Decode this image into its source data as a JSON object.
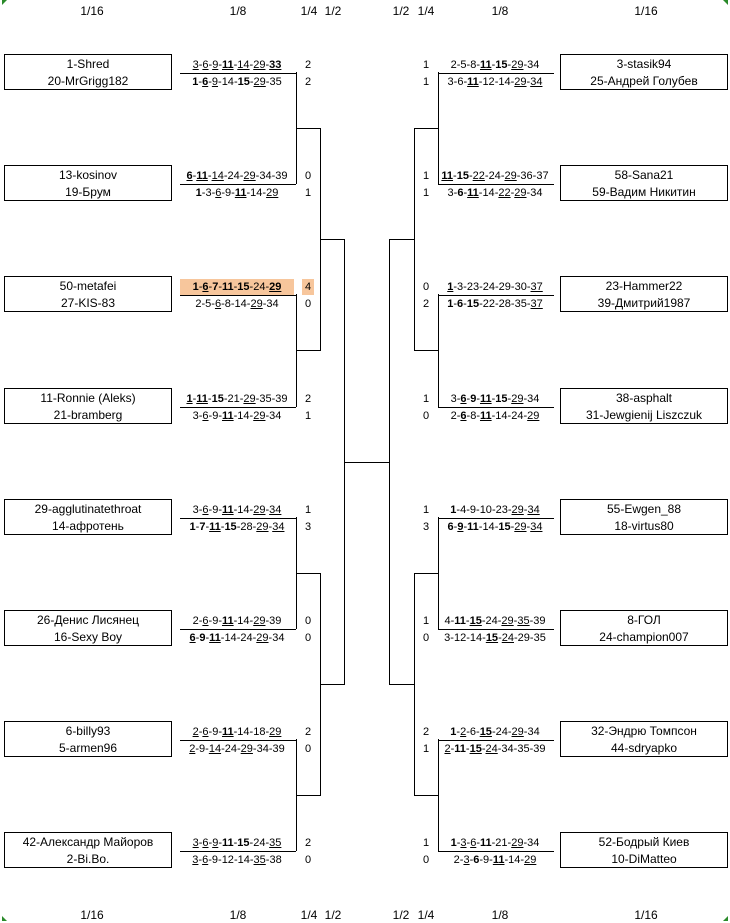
{
  "headers": {
    "left": [
      "1/16",
      "1/8",
      "1/4",
      "1/2"
    ],
    "right": [
      "1/2",
      "1/4",
      "1/8",
      "1/16"
    ]
  },
  "left_matches": [
    {
      "p1": "1-Shred",
      "p2": "20-MrGrigg182",
      "s1": [
        [
          "3",
          "u"
        ],
        [
          "6",
          "u"
        ],
        [
          "9",
          "u"
        ],
        [
          "11",
          "bu"
        ],
        [
          "14",
          "u"
        ],
        [
          "29",
          "u"
        ],
        [
          "33",
          "bu"
        ]
      ],
      "s2": [
        [
          "1",
          "b"
        ],
        [
          "6",
          "bu"
        ],
        [
          "9",
          "u"
        ],
        [
          "14",
          ""
        ],
        [
          "15",
          "b"
        ],
        [
          "29",
          "u"
        ],
        [
          "35",
          ""
        ]
      ],
      "score1": "2",
      "score2": "2"
    },
    {
      "p1": "13-kosinov",
      "p2": "19-Брум",
      "s1": [
        [
          "6",
          "bu"
        ],
        [
          "11",
          "bu"
        ],
        [
          "14",
          "u"
        ],
        [
          "24",
          ""
        ],
        [
          "29",
          "u"
        ],
        [
          "34",
          ""
        ],
        [
          "39",
          ""
        ]
      ],
      "s2": [
        [
          "1",
          "b"
        ],
        [
          "3",
          ""
        ],
        [
          "6",
          "u"
        ],
        [
          "9",
          ""
        ],
        [
          "11",
          "bu"
        ],
        [
          "14",
          ""
        ],
        [
          "29",
          "u"
        ]
      ],
      "score1": "0",
      "score2": "1"
    },
    {
      "p1": "50-metafei",
      "p2": "27-KIS-83",
      "s1": [
        [
          "1",
          "b"
        ],
        [
          "6",
          "bu"
        ],
        [
          "7",
          "b"
        ],
        [
          "11",
          "b"
        ],
        [
          "15",
          "b"
        ],
        [
          "24",
          ""
        ],
        [
          "29",
          "bu"
        ]
      ],
      "s2": [
        [
          "2",
          ""
        ],
        [
          "5",
          ""
        ],
        [
          "6",
          "u"
        ],
        [
          "8",
          ""
        ],
        [
          "14",
          ""
        ],
        [
          "29",
          "u"
        ],
        [
          "34",
          ""
        ]
      ],
      "score1": "4",
      "score2": "0",
      "highlight": true
    },
    {
      "p1": "11-Ronnie (Aleks)",
      "p2": "21-bramberg",
      "s1": [
        [
          "1",
          "bu"
        ],
        [
          "11",
          "bu"
        ],
        [
          "15",
          "b"
        ],
        [
          "21",
          ""
        ],
        [
          "29",
          "u"
        ],
        [
          "35",
          ""
        ],
        [
          "39",
          ""
        ]
      ],
      "s2": [
        [
          "3",
          ""
        ],
        [
          "6",
          "u"
        ],
        [
          "9",
          ""
        ],
        [
          "11",
          "bu"
        ],
        [
          "14",
          ""
        ],
        [
          "29",
          "u"
        ],
        [
          "34",
          ""
        ]
      ],
      "score1": "2",
      "score2": "1"
    },
    {
      "p1": "29-agglutinatethroat",
      "p2": "14-афротень",
      "s1": [
        [
          "3",
          ""
        ],
        [
          "6",
          "u"
        ],
        [
          "9",
          ""
        ],
        [
          "11",
          "bu"
        ],
        [
          "14",
          ""
        ],
        [
          "29",
          "u"
        ],
        [
          "34",
          "u"
        ]
      ],
      "s2": [
        [
          "1",
          "b"
        ],
        [
          "7",
          "b"
        ],
        [
          "11",
          "bu"
        ],
        [
          "15",
          "b"
        ],
        [
          "28",
          ""
        ],
        [
          "29",
          "u"
        ],
        [
          "34",
          "u"
        ]
      ],
      "score1": "1",
      "score2": "3"
    },
    {
      "p1": "26-Денис Лисянец",
      "p2": "16-Sexy Boy",
      "s1": [
        [
          "2",
          ""
        ],
        [
          "6",
          "u"
        ],
        [
          "9",
          ""
        ],
        [
          "11",
          "bu"
        ],
        [
          "14",
          ""
        ],
        [
          "29",
          "u"
        ],
        [
          "39",
          ""
        ]
      ],
      "s2": [
        [
          "6",
          "bu"
        ],
        [
          "9",
          "b"
        ],
        [
          "11",
          "bu"
        ],
        [
          "14",
          ""
        ],
        [
          "24",
          ""
        ],
        [
          "29",
          "u"
        ],
        [
          "34",
          ""
        ]
      ],
      "score1": "0",
      "score2": "0"
    },
    {
      "p1": "6-billy93",
      "p2": "5-armen96",
      "s1": [
        [
          "2",
          "u"
        ],
        [
          "6",
          "u"
        ],
        [
          "9",
          ""
        ],
        [
          "11",
          "bu"
        ],
        [
          "14",
          ""
        ],
        [
          "18",
          ""
        ],
        [
          "29",
          "u"
        ]
      ],
      "s2": [
        [
          "2",
          "u"
        ],
        [
          "9",
          ""
        ],
        [
          "14",
          "u"
        ],
        [
          "24",
          ""
        ],
        [
          "29",
          "u"
        ],
        [
          "34",
          ""
        ],
        [
          "39",
          ""
        ]
      ],
      "score1": "2",
      "score2": "0"
    },
    {
      "p1": "42-Александр Майоров",
      "p2": "2-Bi.Bo.",
      "s1": [
        [
          "3",
          "u"
        ],
        [
          "6",
          "u"
        ],
        [
          "9",
          "u"
        ],
        [
          "11",
          "b"
        ],
        [
          "15",
          "b"
        ],
        [
          "24",
          ""
        ],
        [
          "35",
          "u"
        ]
      ],
      "s2": [
        [
          "3",
          "u"
        ],
        [
          "6",
          "u"
        ],
        [
          "9",
          ""
        ],
        [
          "12",
          ""
        ],
        [
          "14",
          ""
        ],
        [
          "35",
          "u"
        ],
        [
          "38",
          ""
        ]
      ],
      "score1": "2",
      "score2": "0"
    }
  ],
  "right_matches": [
    {
      "p1": "3-stasik94",
      "p2": "25-Андрей Голубев",
      "s1": [
        [
          "2",
          ""
        ],
        [
          "5",
          ""
        ],
        [
          "8",
          ""
        ],
        [
          "11",
          "bu"
        ],
        [
          "15",
          "b"
        ],
        [
          "29",
          "u"
        ],
        [
          "34",
          ""
        ]
      ],
      "s2": [
        [
          "3",
          ""
        ],
        [
          "6",
          ""
        ],
        [
          "11",
          "bu"
        ],
        [
          "12",
          ""
        ],
        [
          "14",
          ""
        ],
        [
          "29",
          "u"
        ],
        [
          "34",
          "u"
        ]
      ],
      "score1": "1",
      "score2": "1"
    },
    {
      "p1": "58-Sana21",
      "p2": "59-Вадим Никитин",
      "s1": [
        [
          "11",
          "bu"
        ],
        [
          "15",
          "b"
        ],
        [
          "22",
          "u"
        ],
        [
          "24",
          ""
        ],
        [
          "29",
          "u"
        ],
        [
          "36",
          ""
        ],
        [
          "37",
          ""
        ]
      ],
      "s2": [
        [
          "3",
          ""
        ],
        [
          "6",
          "b"
        ],
        [
          "11",
          "bu"
        ],
        [
          "14",
          ""
        ],
        [
          "22",
          "u"
        ],
        [
          "29",
          "u"
        ],
        [
          "34",
          ""
        ]
      ],
      "score1": "1",
      "score2": "1"
    },
    {
      "p1": "23-Hammer22",
      "p2": "39-Дмитрий1987",
      "s1": [
        [
          "1",
          "bu"
        ],
        [
          "3",
          ""
        ],
        [
          "23",
          ""
        ],
        [
          "24",
          ""
        ],
        [
          "29",
          ""
        ],
        [
          "30",
          ""
        ],
        [
          "37",
          "u"
        ]
      ],
      "s2": [
        [
          "1",
          "b"
        ],
        [
          "6",
          "b"
        ],
        [
          "15",
          "b"
        ],
        [
          "22",
          ""
        ],
        [
          "28",
          ""
        ],
        [
          "35",
          ""
        ],
        [
          "37",
          "u"
        ]
      ],
      "score1": "0",
      "score2": "2"
    },
    {
      "p1": "38-asphalt",
      "p2": "31-Jewgienij Liszczuk",
      "s1": [
        [
          "3",
          ""
        ],
        [
          "6",
          "bu"
        ],
        [
          "9",
          "b"
        ],
        [
          "11",
          "bu"
        ],
        [
          "15",
          "b"
        ],
        [
          "29",
          "u"
        ],
        [
          "34",
          ""
        ]
      ],
      "s2": [
        [
          "2",
          ""
        ],
        [
          "6",
          "bu"
        ],
        [
          "8",
          ""
        ],
        [
          "11",
          "bu"
        ],
        [
          "14",
          ""
        ],
        [
          "24",
          ""
        ],
        [
          "29",
          "u"
        ]
      ],
      "score1": "1",
      "score2": "0"
    },
    {
      "p1": "55-Ewgen_88",
      "p2": "18-virtus80",
      "s1": [
        [
          "1",
          "b"
        ],
        [
          "4",
          ""
        ],
        [
          "9",
          ""
        ],
        [
          "10",
          ""
        ],
        [
          "23",
          ""
        ],
        [
          "29",
          "u"
        ],
        [
          "34",
          "u"
        ]
      ],
      "s2": [
        [
          "6",
          "b"
        ],
        [
          "9",
          "bu"
        ],
        [
          "11",
          "b"
        ],
        [
          "14",
          ""
        ],
        [
          "15",
          "b"
        ],
        [
          "29",
          "u"
        ],
        [
          "34",
          "u"
        ]
      ],
      "score1": "1",
      "score2": "3"
    },
    {
      "p1": "8-ГОЛ",
      "p2": "24-champion007",
      "s1": [
        [
          "4",
          ""
        ],
        [
          "11",
          "b"
        ],
        [
          "15",
          "bu"
        ],
        [
          "24",
          ""
        ],
        [
          "29",
          "u"
        ],
        [
          "35",
          "u"
        ],
        [
          "39",
          ""
        ]
      ],
      "s2": [
        [
          "3",
          ""
        ],
        [
          "12",
          ""
        ],
        [
          "14",
          ""
        ],
        [
          "15",
          "bu"
        ],
        [
          "24",
          "u"
        ],
        [
          "29",
          ""
        ],
        [
          "35",
          ""
        ]
      ],
      "score1": "1",
      "score2": "0"
    },
    {
      "p1": "32-Эндрю Томпсон",
      "p2": "44-sdryapko",
      "s1": [
        [
          "1",
          "b"
        ],
        [
          "2",
          "u"
        ],
        [
          "6",
          ""
        ],
        [
          "15",
          "bu"
        ],
        [
          "24",
          ""
        ],
        [
          "29",
          "u"
        ],
        [
          "34",
          ""
        ]
      ],
      "s2": [
        [
          "2",
          "u"
        ],
        [
          "11",
          "b"
        ],
        [
          "15",
          "bu"
        ],
        [
          "24",
          "u"
        ],
        [
          "34",
          ""
        ],
        [
          "35",
          ""
        ],
        [
          "39",
          ""
        ]
      ],
      "score1": "2",
      "score2": "1"
    },
    {
      "p1": "52-Бодрый Киев",
      "p2": "10-DiMatteo",
      "s1": [
        [
          "1",
          "b"
        ],
        [
          "3",
          "u"
        ],
        [
          "6",
          "u"
        ],
        [
          "11",
          "b"
        ],
        [
          "21",
          ""
        ],
        [
          "29",
          "u"
        ],
        [
          "34",
          ""
        ]
      ],
      "s2": [
        [
          "2",
          ""
        ],
        [
          "3",
          "u"
        ],
        [
          "6",
          "b"
        ],
        [
          "9",
          ""
        ],
        [
          "11",
          "bu"
        ],
        [
          "14",
          ""
        ],
        [
          "29",
          "u"
        ]
      ],
      "score1": "1",
      "score2": "0"
    }
  ]
}
